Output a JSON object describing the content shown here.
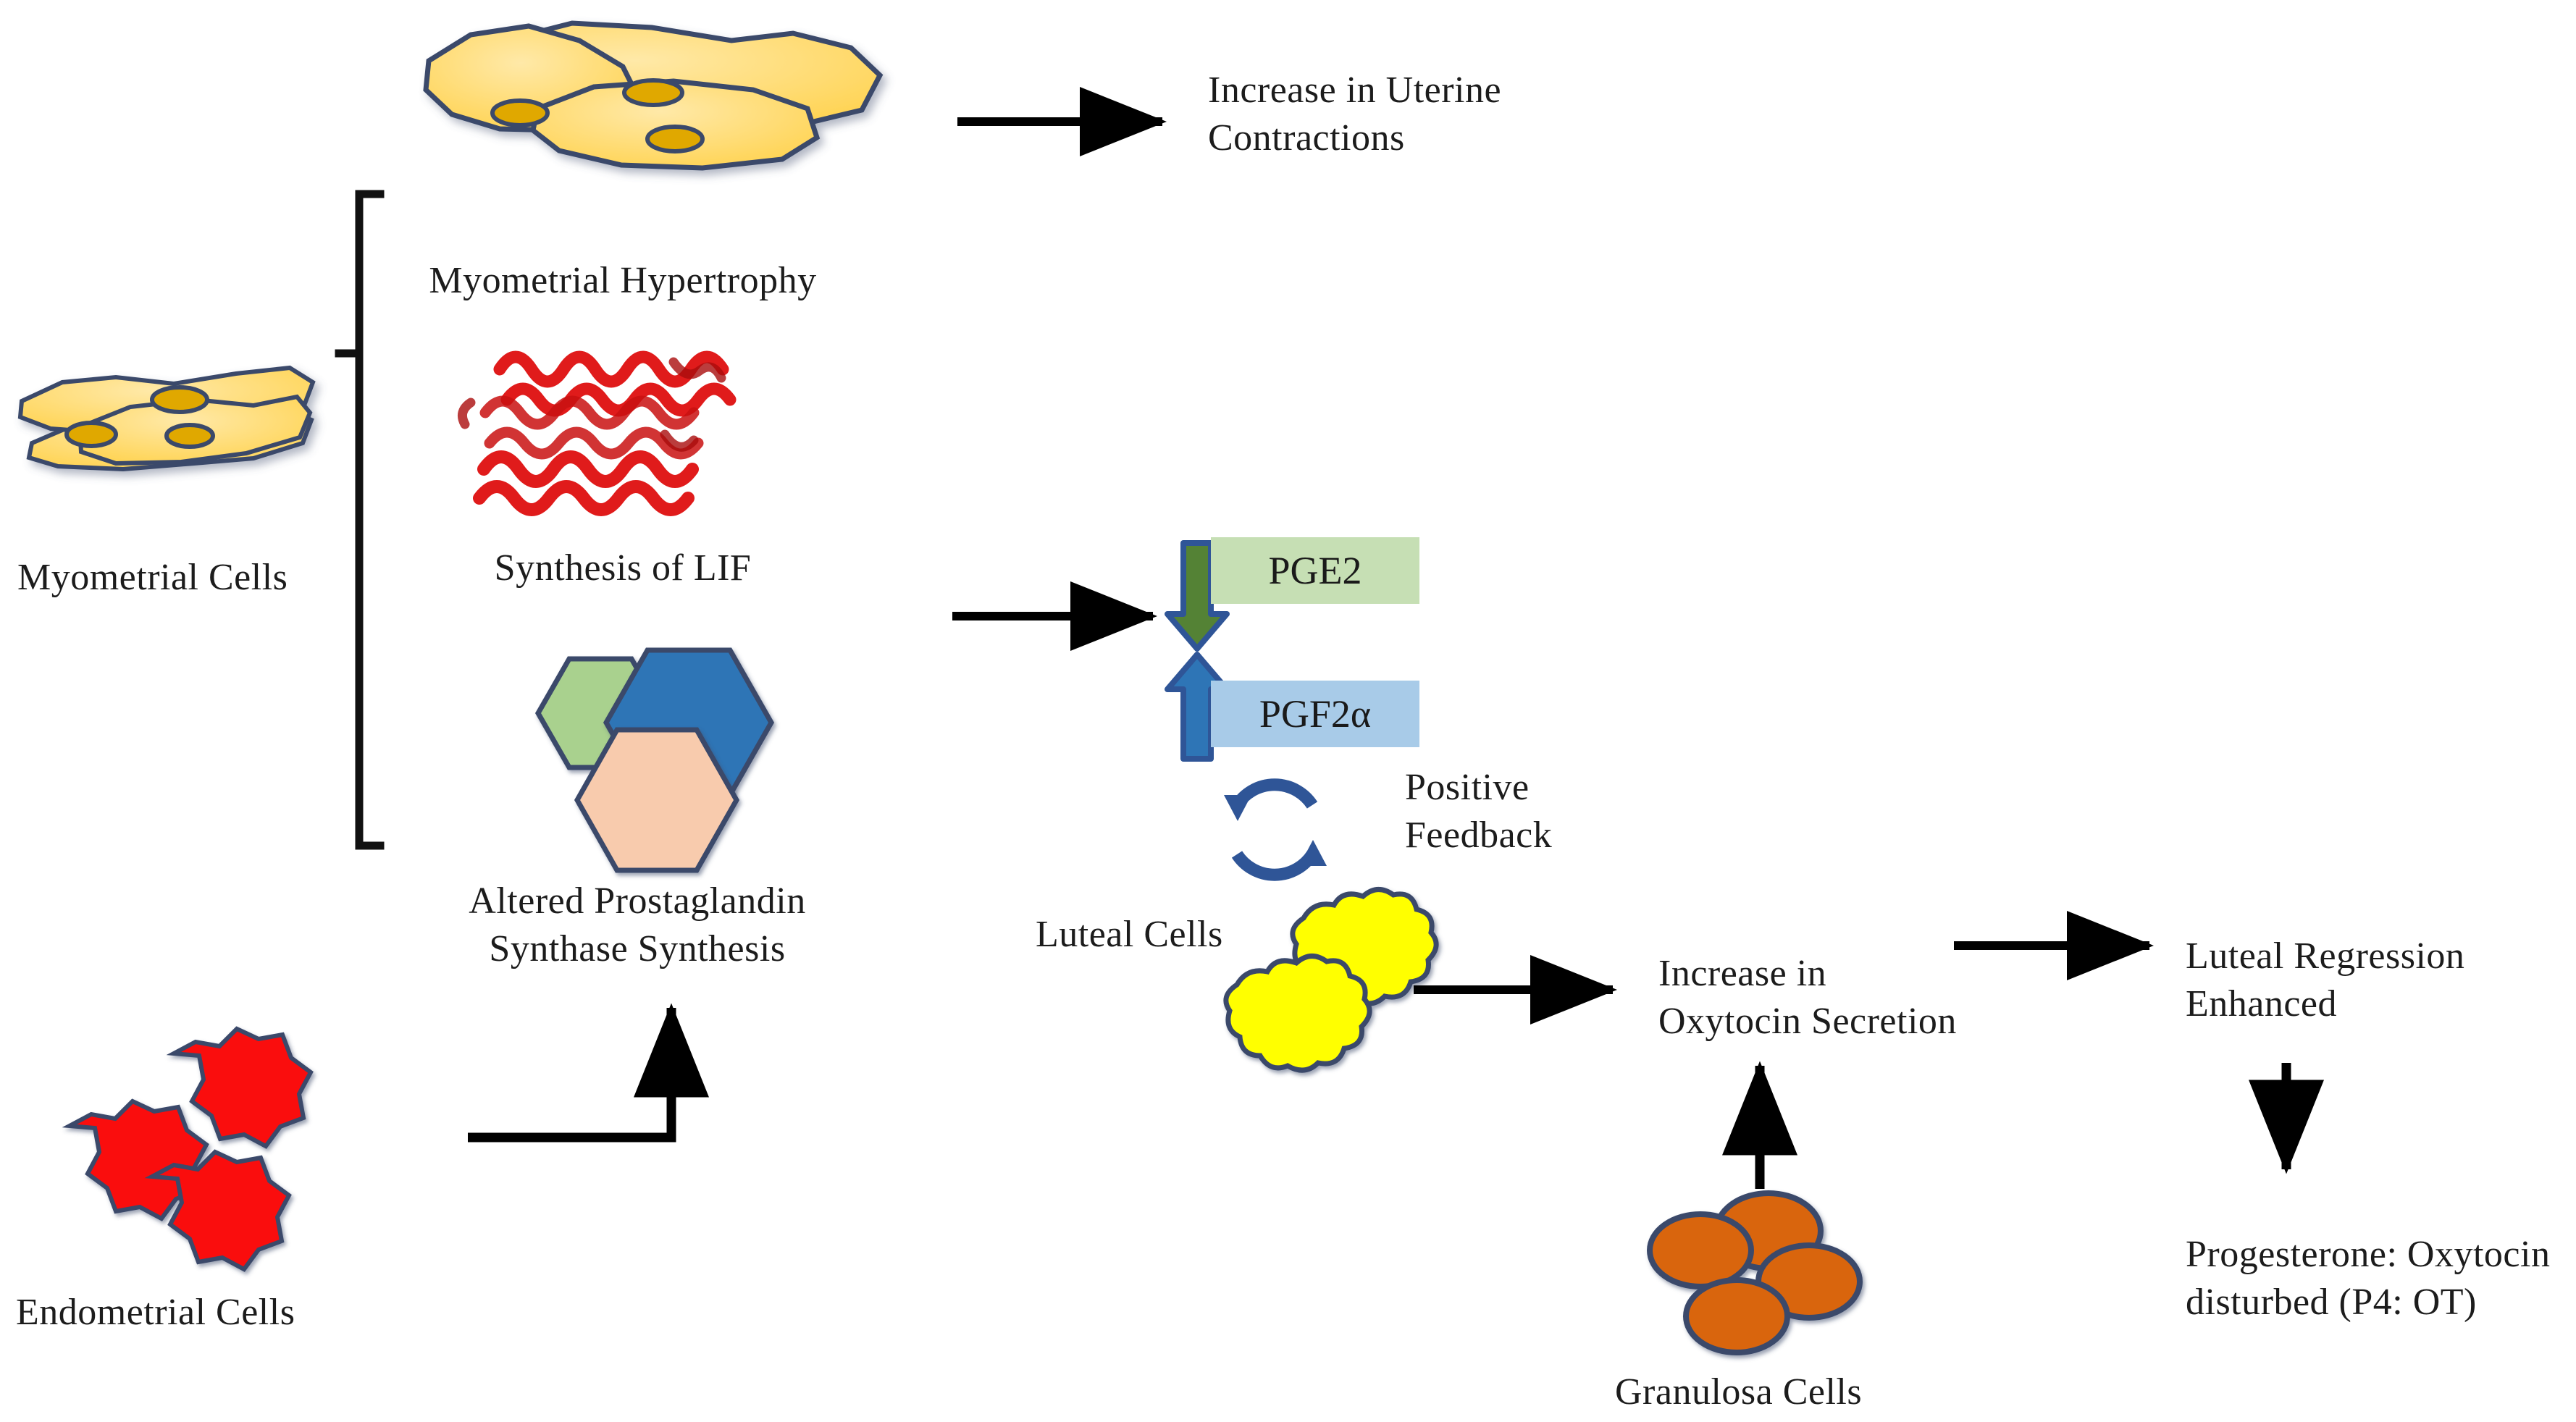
{
  "diagram": {
    "title": "Prostaglandin and oxytocin pathway in uterine/luteal regulation",
    "background_color": "#ffffff",
    "nodes": {
      "myometrial_cells": "Myometrial Cells",
      "myometrial_hypertrophy": "Myometrial Hypertrophy",
      "synthesis_of_lif": "Synthesis of LIF",
      "altered_prostaglandin_line1": "Altered Prostaglandin",
      "altered_prostaglandin_line2": "Synthase Synthesis",
      "endometrial_cells": "Endometrial Cells",
      "increase_uterine_line1": "Increase in Uterine",
      "increase_uterine_line2": "Contractions",
      "pge2": "PGE2",
      "pgf2a": "PGF2α",
      "positive_feedback_line1": "Positive",
      "positive_feedback_line2": "Feedback",
      "luteal_cells": "Luteal Cells",
      "increase_oxytocin_line1": "Increase in",
      "increase_oxytocin_line2": "Oxytocin Secretion",
      "granulosa_cells": "Granulosa Cells",
      "luteal_regression_line1": "Luteal Regression",
      "luteal_regression_line2": "Enhanced",
      "progesterone_line1": "Progesterone: Oxytocin",
      "progesterone_line2": "disturbed (P4: OT)"
    },
    "colors": {
      "cell_yellow_fill": "#ffd966",
      "cell_yellow_light": "#ffe599",
      "cell_outline": "#3b4a6b",
      "nucleus": "#e0a800",
      "endometrial_red": "#fa0a0a",
      "luteal_yellow": "#ffff00",
      "granulosa_orange": "#d9650f",
      "protein_red": "#e01b1b",
      "hex_green": "#a9d18e",
      "hex_blue": "#2e75b6",
      "hex_peach": "#f8cbad",
      "pge2_box": "#c6dfb4",
      "pgf2a_box": "#a8cbe8",
      "pge2_arrow": "#548235",
      "pgf2a_arrow": "#2e75b6",
      "feedback_arrow": "#2f5597",
      "connector_black": "#000000"
    },
    "icons": {
      "myometrial_cell_cluster": "myometrial-cell-cluster-icon",
      "hypertrophy_cell_cluster": "hypertrophied-cell-cluster-icon",
      "lif_protein": "lif-protein-ribbon-icon",
      "hexagon_trio": "prostaglandin-synthase-hexagon-icon",
      "endometrial_cell_cluster": "endometrial-cell-cluster-icon",
      "luteal_cell_cluster": "luteal-cell-cluster-icon",
      "granulosa_cell_cluster": "granulosa-cell-cluster-icon",
      "pge2_down_arrow": "down-arrow-green-icon",
      "pgf2a_up_arrow": "up-arrow-blue-icon",
      "positive_feedback_cycle": "circular-feedback-arrows-icon",
      "grouping_bracket": "left-bracket-icon"
    },
    "edges": [
      {
        "name": "hypertrophy-to-contractions",
        "from": "myometrial_hypertrophy",
        "to": "increase_uterine_contractions",
        "direction": "right"
      },
      {
        "name": "bracket-to-prostaglandins",
        "from": "myometrial_cells_group",
        "to": "pge2_pgf2a",
        "direction": "right"
      },
      {
        "name": "endometrial-to-prostaglandin-synthase",
        "from": "endometrial_cells",
        "to": "altered_prostaglandin_synthase",
        "direction": "elbow-up"
      },
      {
        "name": "luteal-to-oxytocin",
        "from": "luteal_cells",
        "to": "increase_oxytocin",
        "direction": "right"
      },
      {
        "name": "granulosa-to-oxytocin",
        "from": "granulosa_cells",
        "to": "increase_oxytocin",
        "direction": "up"
      },
      {
        "name": "oxytocin-to-luteal-regression",
        "from": "increase_oxytocin",
        "to": "luteal_regression",
        "direction": "right"
      },
      {
        "name": "luteal-regression-to-progesterone",
        "from": "luteal_regression",
        "to": "progesterone_ratio",
        "direction": "down"
      }
    ]
  }
}
